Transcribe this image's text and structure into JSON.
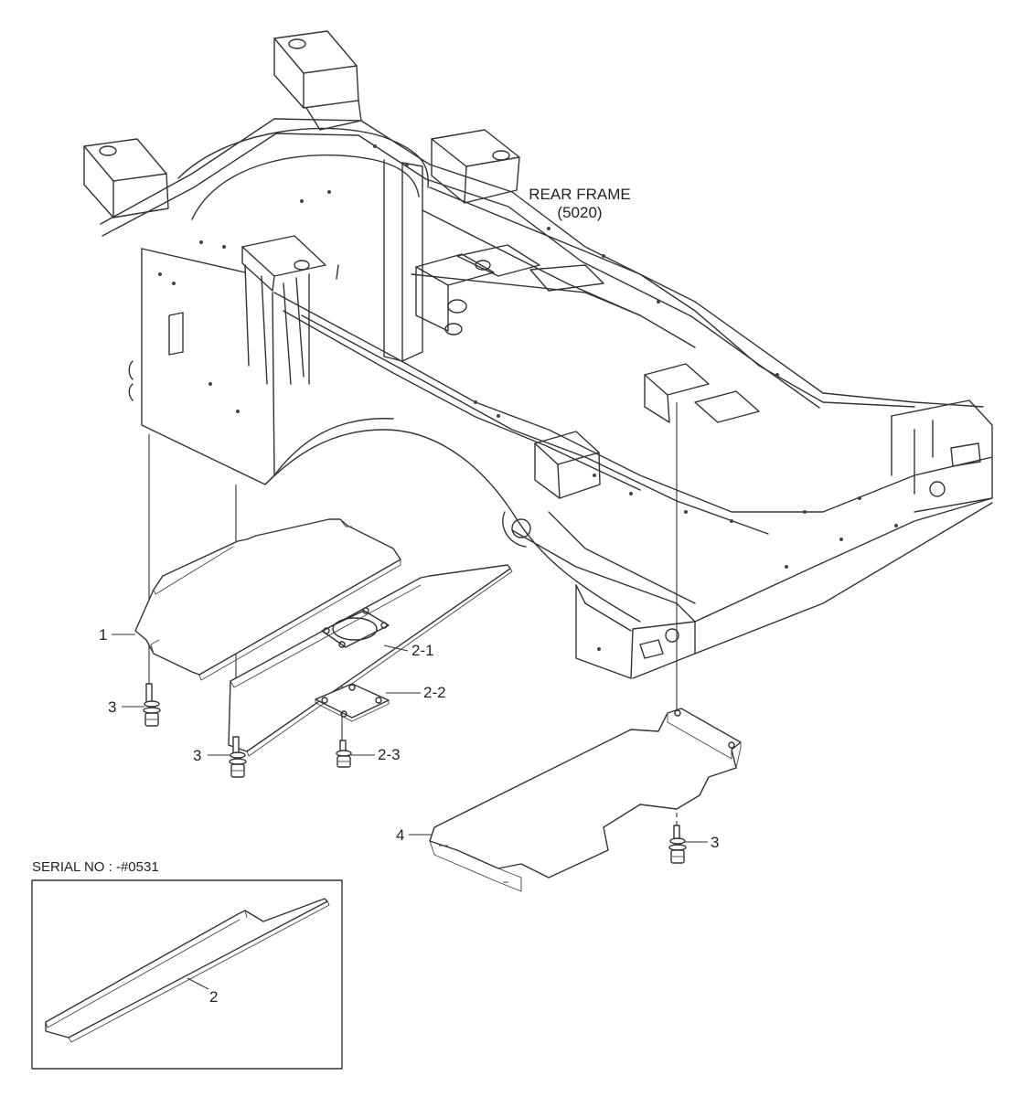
{
  "rear_frame": {
    "title": "REAR FRAME",
    "code": "(5020)"
  },
  "labels": {
    "part1": "1",
    "part2_1": "2-1",
    "part2_2": "2-2",
    "part2_3": "2-3",
    "part3_left": "3",
    "part3_mid": "3",
    "part3_right": "3",
    "part4": "4",
    "part2_inset": "2"
  },
  "serial_no": "SERIAL NO : -#0531"
}
